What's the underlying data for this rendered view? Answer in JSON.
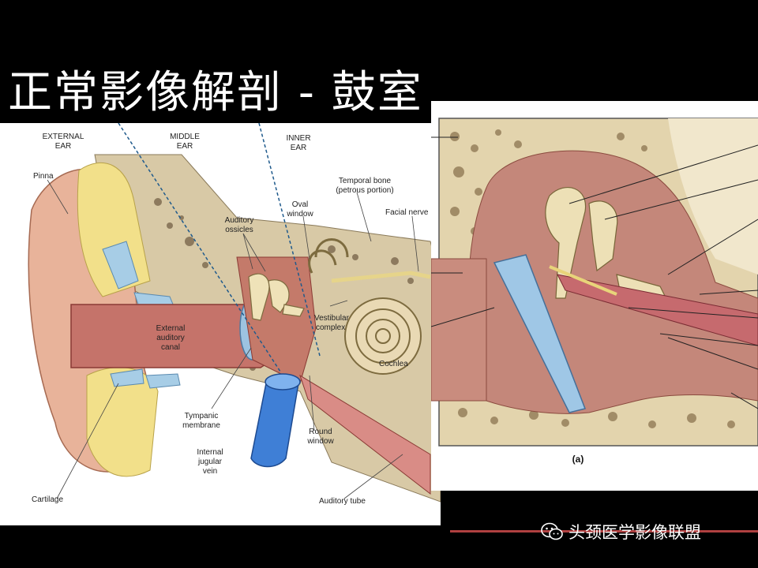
{
  "slide": {
    "title": "正常影像解剖 - 鼓室",
    "watermark": "头颈医学影像联盟"
  },
  "left_figure": {
    "section_labels": {
      "external_ear": [
        "EXTERNAL",
        "EAR"
      ],
      "middle_ear": [
        "MIDDLE",
        "EAR"
      ],
      "inner_ear": [
        "INNER",
        "EAR"
      ]
    },
    "labels": {
      "pinna": "Pinna",
      "temporal_bone": [
        "Temporal bone",
        "(petrous portion)"
      ],
      "oval_window": [
        "Oval",
        "window"
      ],
      "facial_nerve": "Facial nerve",
      "auditory_ossicles": [
        "Auditory",
        "ossicles"
      ],
      "vestibular_complex": [
        "Vestibular",
        "complex"
      ],
      "external_auditory_canal": [
        "External",
        "auditory",
        "canal"
      ],
      "cochlea": "Cochlea",
      "tympanic_membrane": [
        "Tympanic",
        "membrane"
      ],
      "round_window": [
        "Round",
        "window"
      ],
      "internal_jugular_vein": [
        "Internal",
        "jugular",
        "vein"
      ],
      "cartilage": "Cartilage",
      "auditory_tube": "Auditory tube"
    }
  },
  "right_figure": {
    "caption": "(a)"
  }
}
